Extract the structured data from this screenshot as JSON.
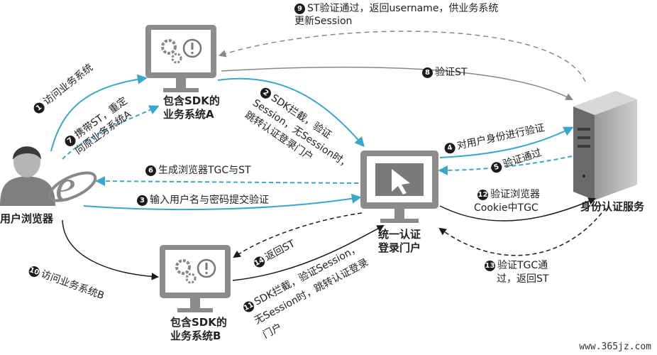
{
  "nodes": {
    "browser_label": "用户浏览器",
    "sys_a": [
      "包含SDK的",
      "业务系统A"
    ],
    "sys_b": [
      "包含SDK的",
      "业务系统B"
    ],
    "portal": [
      "统一认证",
      "登录门户"
    ],
    "auth": "身份认证服务"
  },
  "steps": {
    "s1": {
      "num": "1",
      "text": "访问业务系统"
    },
    "s2": {
      "num": "2",
      "text": "SDK拦截，验证",
      "line2": "Session，无Session时，",
      "line3": "跳转认证登录门户"
    },
    "s3": {
      "num": "3",
      "text": "输入用户名与密码提交验证"
    },
    "s4": {
      "num": "4",
      "text": "对用户身份进行验证"
    },
    "s5": {
      "num": "5",
      "text": "验证通过"
    },
    "s6": {
      "num": "6",
      "text": "生成浏览器TGC与ST"
    },
    "s7": {
      "num": "7",
      "text": "携带ST，重定",
      "line2": "向原业务系统A"
    },
    "s8": {
      "num": "8",
      "text": "验证ST"
    },
    "s9": {
      "num": "9",
      "text": "ST验证通过，返回username，供业务系统",
      "line2": "更新Session"
    },
    "s10": {
      "num": "10",
      "text": "访问业务系统B"
    },
    "s11": {
      "num": "11",
      "text": "SDK拦截，验证Session，",
      "line2": "无Session时，跳转认证登录",
      "line3": "门户"
    },
    "s12": {
      "num": "12",
      "text": "验证浏览器",
      "line2": "Cookie中TGC"
    },
    "s13": {
      "num": "13",
      "text": "验证TGC通",
      "line2": "过，返回ST"
    },
    "s14": {
      "num": "14",
      "text": "返回ST"
    }
  },
  "watermark": "www.365jz.com",
  "colors": {
    "accent": "#3aa7c9",
    "dashed": "#888888",
    "dark": "#1b1b1b"
  }
}
